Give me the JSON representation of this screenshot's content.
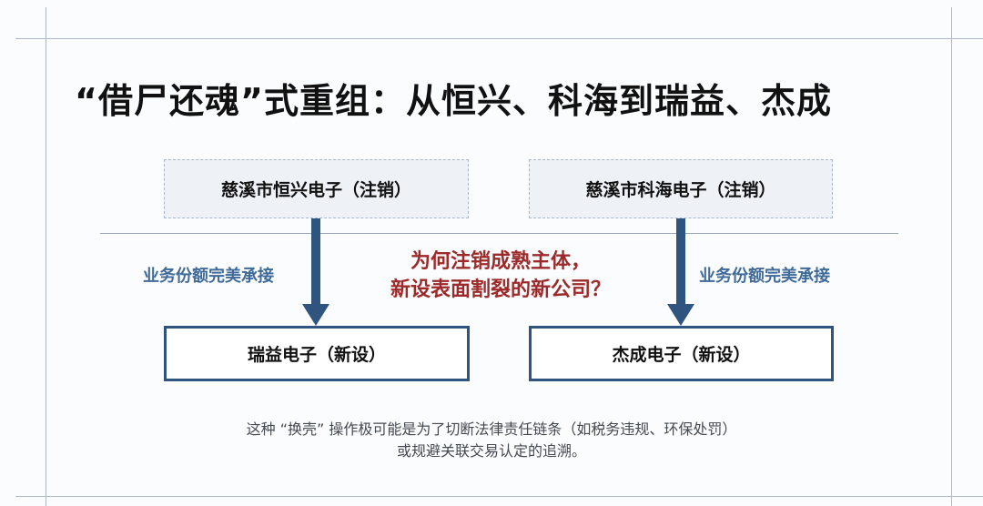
{
  "slide": {
    "title": "“借尸还魂”式重组：从恒兴、科海到瑞益、杰成",
    "colors": {
      "frame_lines": "#aeb9c6",
      "arrow": "#2f5480",
      "box_border": "#2f5480",
      "flow_label": "#3f6a9a",
      "question": "#9c2a2a",
      "dashed_box_fill": "#eef1f6"
    }
  },
  "diagram": {
    "left": {
      "old_entity": "慈溪市恒兴电子（注销）",
      "flow_label": "业务份额完美承接",
      "new_entity": "瑞益电子（新设）"
    },
    "right": {
      "old_entity": "慈溪市科海电子（注销）",
      "flow_label": "业务份额完美承接",
      "new_entity": "杰成电子（新设）"
    },
    "question": {
      "line1": "为何注销成熟主体，",
      "line2": "新设表面割裂的新公司？"
    }
  },
  "footnote": {
    "line1": "这种 “换壳” 操作极可能是为了切断法律责任链条（如税务违规、环保处罚）",
    "line2": "或规避关联交易认定的追溯。"
  }
}
